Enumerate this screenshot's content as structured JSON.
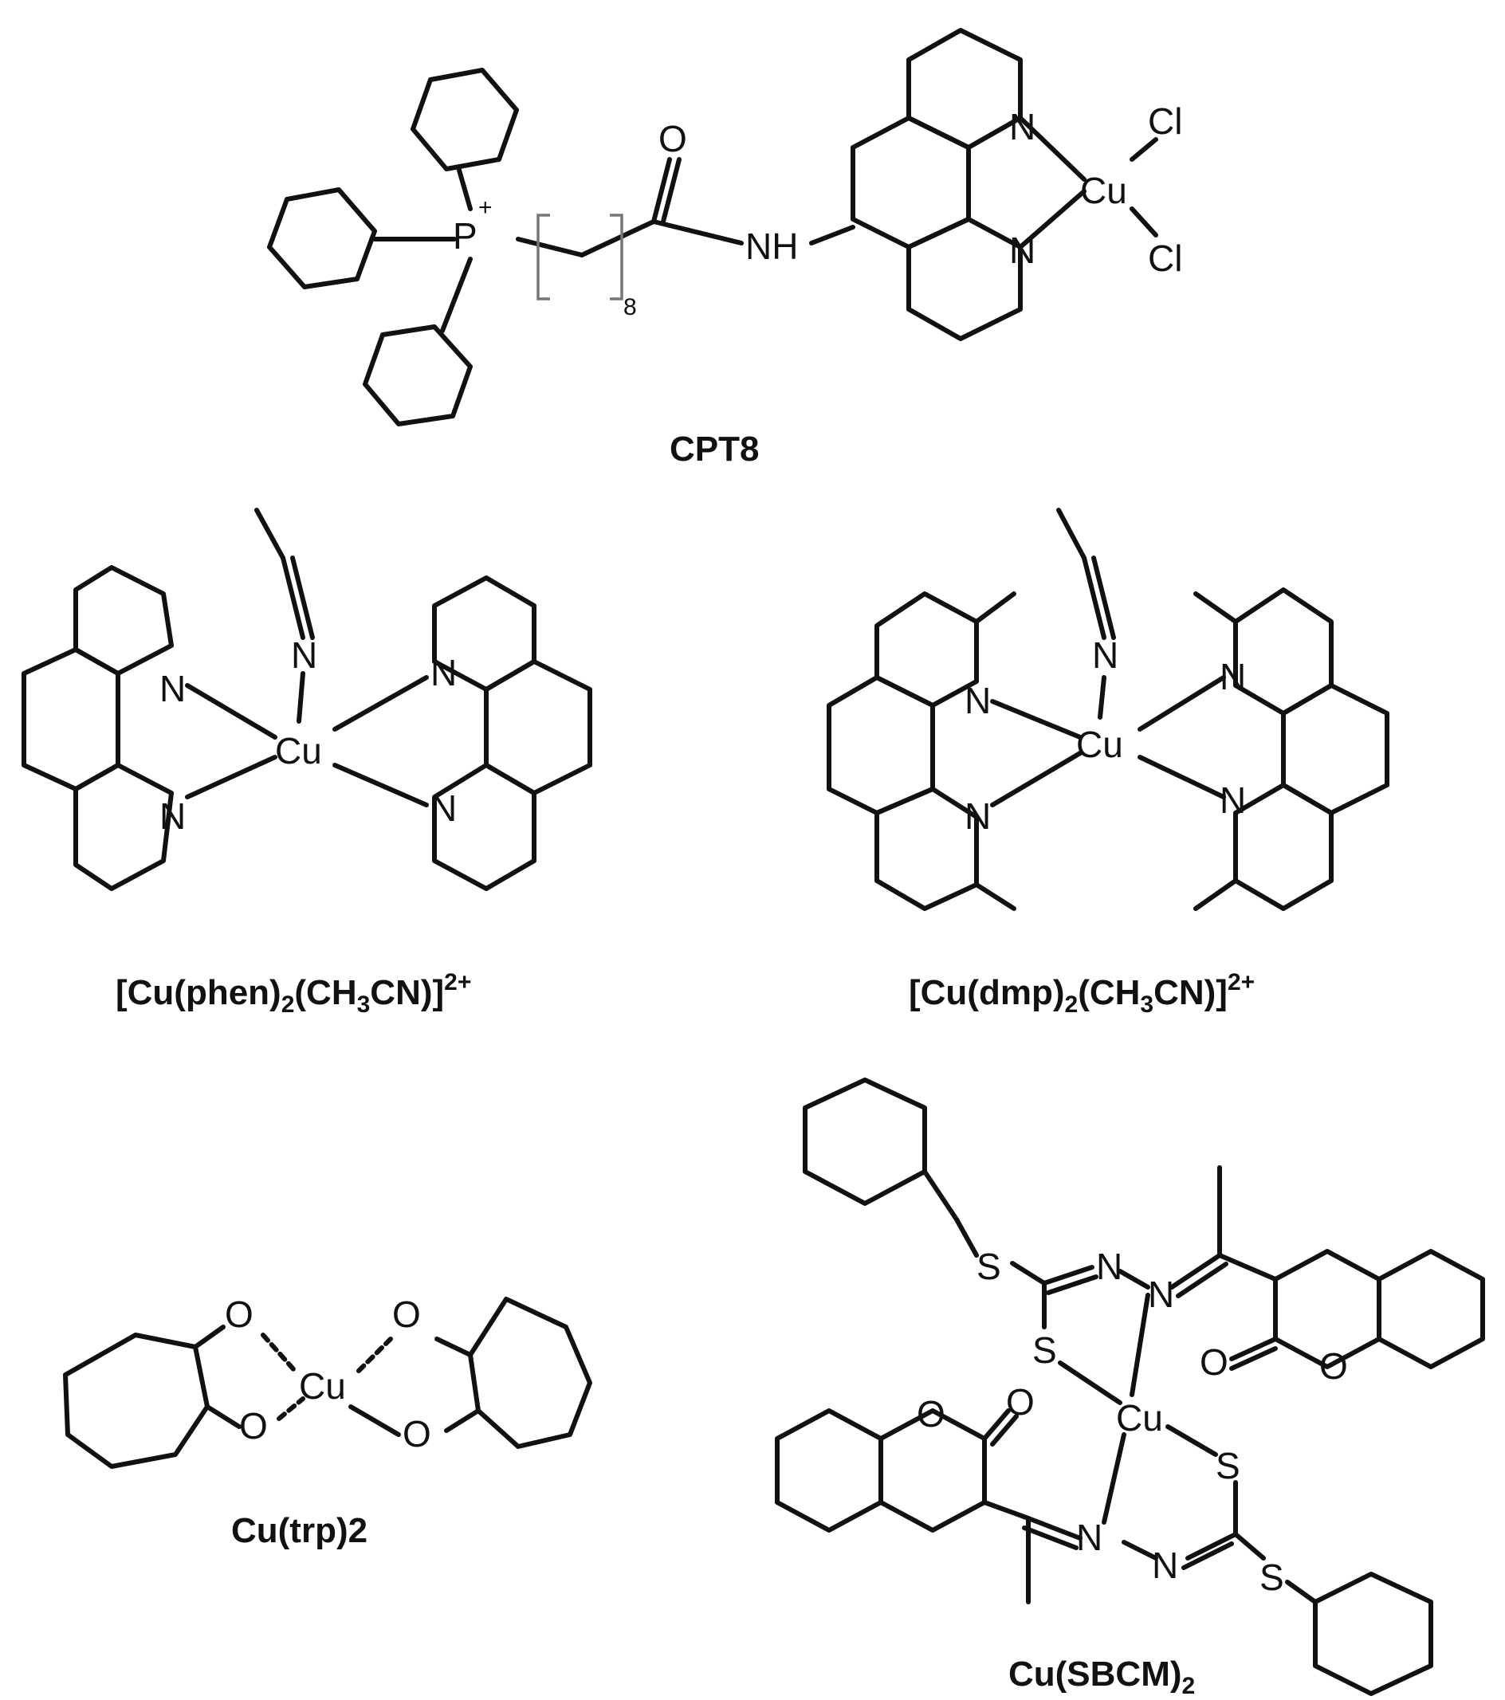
{
  "compounds": [
    {
      "label": "CPT8"
    },
    {
      "label_parts": [
        "[Cu(phen)",
        "2",
        "(CH",
        "3",
        "CN)]",
        "2+"
      ]
    },
    {
      "label_parts": [
        "[Cu(dmp)",
        "2",
        "(CH",
        "3",
        "CN)]",
        "2+"
      ]
    },
    {
      "label": "Cu(trp)2"
    },
    {
      "label_parts": [
        "Cu(SBCM)",
        "2"
      ]
    }
  ],
  "atoms": {
    "cu": "Cu",
    "cl": "Cl",
    "n": "N",
    "nh": "NH",
    "o": "O",
    "s": "S",
    "p": "P",
    "plus": "+",
    "repeat": "8"
  }
}
